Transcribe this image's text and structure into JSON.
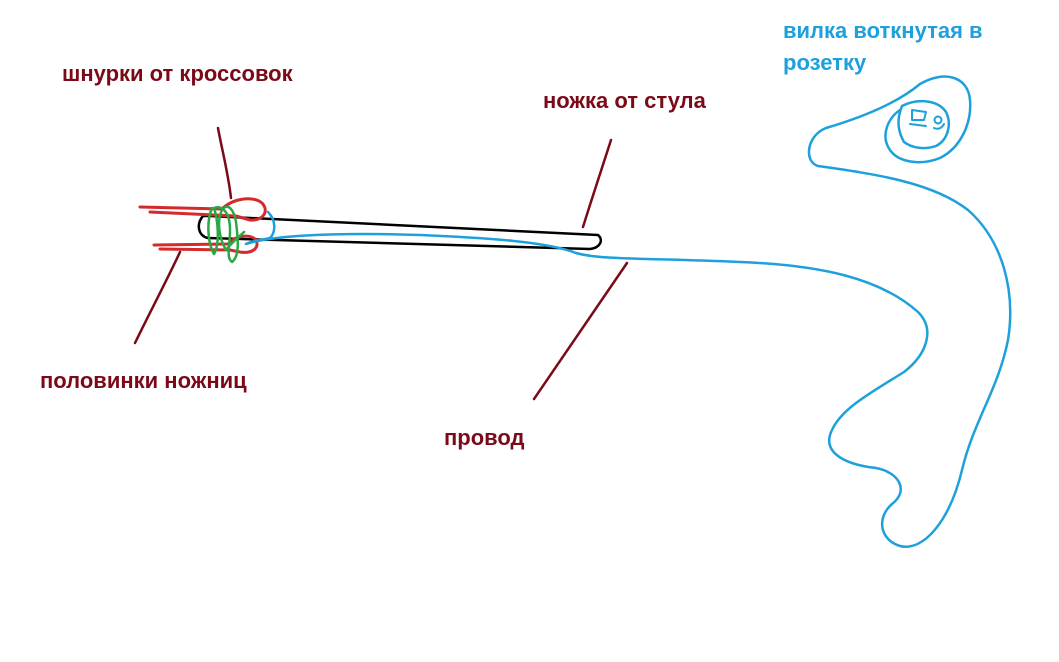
{
  "colors": {
    "leader": "#7a0a18",
    "wire": "#1ea0dc",
    "leg": "#000000",
    "scissors": "#d42a2a",
    "laces": "#2aa845",
    "background": "#ffffff"
  },
  "labels": {
    "laces": "шнурки от кроссовок",
    "chair_leg": "ножка от стула",
    "scissors": "половинки ножниц",
    "wire": "провод",
    "plug": "вилка воткнутая в розетку"
  }
}
